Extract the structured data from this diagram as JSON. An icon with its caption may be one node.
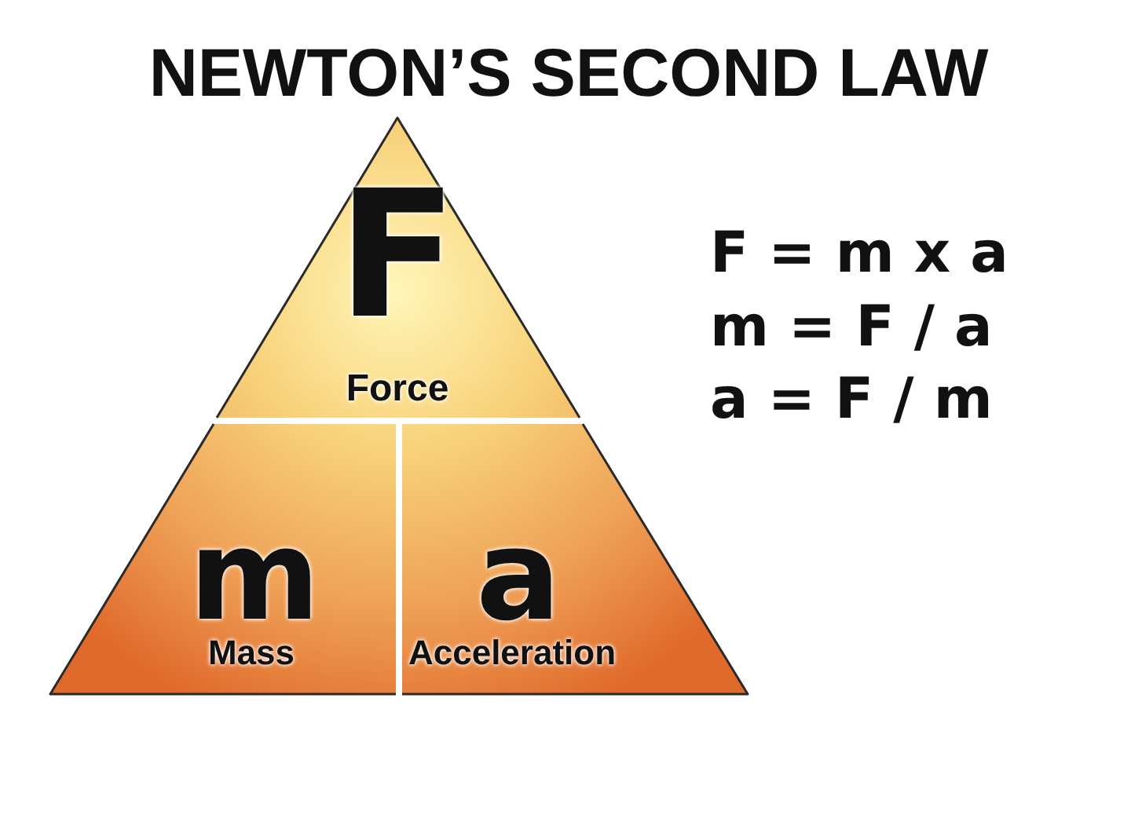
{
  "diagram": {
    "title": "NEWTON’S SECOND LAW",
    "nodes": [
      {
        "text": [
          "F",
          "Force"
        ]
      },
      {
        "text": [
          "m",
          "Mass"
        ]
      },
      {
        "text": [
          "a",
          "Acceleration"
        ]
      }
    ],
    "labels": [
      "F = m x a",
      "m = F / a",
      "a = F / m"
    ]
  }
}
